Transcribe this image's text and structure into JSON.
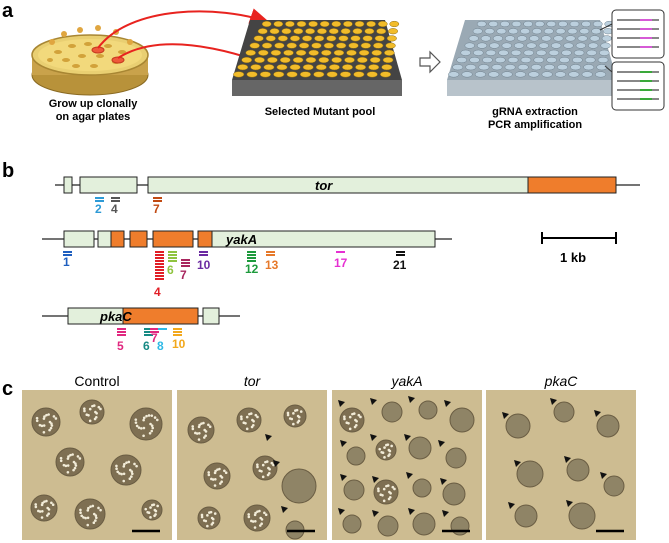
{
  "panels": {
    "a": "a",
    "b": "b",
    "c": "c"
  },
  "panel_a": {
    "caption_plate_1": "Grow up clonally",
    "caption_plate_2": "on agar plates",
    "caption_pool": "Selected Mutant pool",
    "caption_extract_1": "gRNA extraction",
    "caption_extract_2": "PCR amplification",
    "arrow_color": "#e8231f",
    "well_yellow": "#f2bc2a",
    "well_blue": "#bcd0de"
  },
  "panel_b": {
    "genes": {
      "tor": "tor",
      "yakA": "yakA",
      "pkaC": "pkaC"
    },
    "scale_bar": "1 kb",
    "exon_fill": "#e3f0dc",
    "kinase_fill": "#ef7d2c",
    "tor_marks": [
      {
        "label": "2",
        "color": "#2d9ad6",
        "count": 2
      },
      {
        "label": "4",
        "color": "#555555",
        "count": 2
      },
      {
        "label": "7",
        "color": "#c14a12",
        "count": 2
      }
    ],
    "yakA_marks": [
      {
        "label": "1",
        "color": "#1f5fbf",
        "count": 2
      },
      {
        "label": "4",
        "color": "#e11e26",
        "count": 10
      },
      {
        "label": "6",
        "color": "#8fc43f",
        "count": 4
      },
      {
        "label": "7",
        "color": "#a8265e",
        "count": 3
      },
      {
        "label": "10",
        "color": "#6b2aa1",
        "count": 2
      },
      {
        "label": "12",
        "color": "#1d9a3c",
        "count": 4
      },
      {
        "label": "13",
        "color": "#e6792a",
        "count": 2
      },
      {
        "label": "17",
        "color": "#e62fd2",
        "count": 1
      },
      {
        "label": "21",
        "color": "#111111",
        "count": 2
      }
    ],
    "pkaC_marks": [
      {
        "label": "5",
        "color": "#e0287f",
        "count": 3
      },
      {
        "label": "6",
        "color": "#168a84",
        "count": 3
      },
      {
        "label": "7",
        "color": "#e0287f",
        "count": 2
      },
      {
        "label": "8",
        "color": "#2fb9e6",
        "count": 1
      },
      {
        "label": "10",
        "color": "#f2a81c",
        "count": 3
      }
    ]
  },
  "panel_c": {
    "titles": [
      "Control",
      "tor",
      "yakA",
      "pkaC"
    ]
  }
}
